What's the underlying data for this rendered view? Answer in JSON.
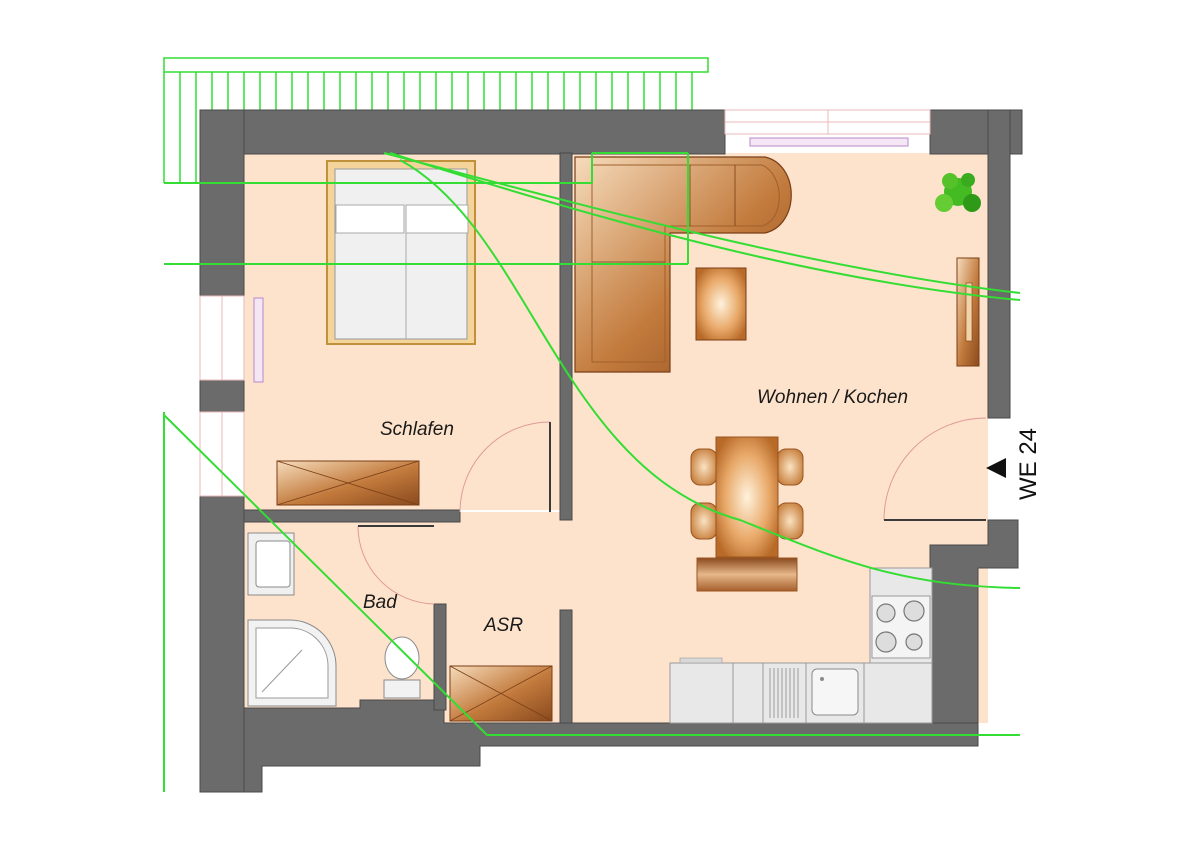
{
  "plan": {
    "unit_label": "WE 24",
    "rooms": {
      "schlafen": "Schlafen",
      "wohnen_kochen": "Wohnen / Kochen",
      "bad": "Bad",
      "asr": "ASR"
    }
  },
  "colors": {
    "wall": "#6b6b6b",
    "wall_edge": "#4a4a4a",
    "floor": "#fde3cc",
    "furniture": "#c07a3a",
    "furniture_light": "#f2d2a8",
    "overlay_lines": "#33dd33",
    "plant": "#44bb22"
  }
}
